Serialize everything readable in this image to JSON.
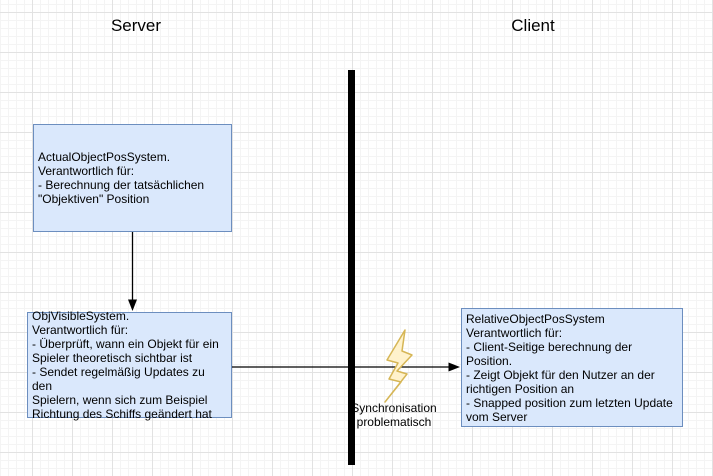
{
  "diagram": {
    "lanes": {
      "server": "Server",
      "client": "Client"
    },
    "nodes": {
      "actual_object_pos": {
        "text": "ActualObjectPosSystem.\nVerantwortlich für:\n- Berechnung der tatsächlichen\n\"Objektiven\" Position"
      },
      "obj_visible": {
        "text": "ObjVisibleSystem.\nVerantwortlich für:\n- Überprüft, wann ein Objekt für ein\nSpieler theoretisch sichtbar ist\n- Sendet regelmäßig Updates zu den\nSpielern, wenn sich zum Beispiel\nRichtung des Schiffs geändert hat"
      },
      "relative_object_pos": {
        "text": "RelativeObjectPosSystem\nVerantwortlich für:\n- Client-Seitige berechnung der Position.\n- Zeigt Objekt für den Nutzer an der\nrichtigen Position an\n- Snapped position zum letzten Update\nvom Server"
      }
    },
    "annotation": "Synchronisation\nproblematisch",
    "colors": {
      "node_fill": "#dae8fc",
      "node_border": "#6c8ebf",
      "bolt_fill": "#fff2cc",
      "bolt_border": "#d6b656",
      "line": "#000000"
    }
  }
}
